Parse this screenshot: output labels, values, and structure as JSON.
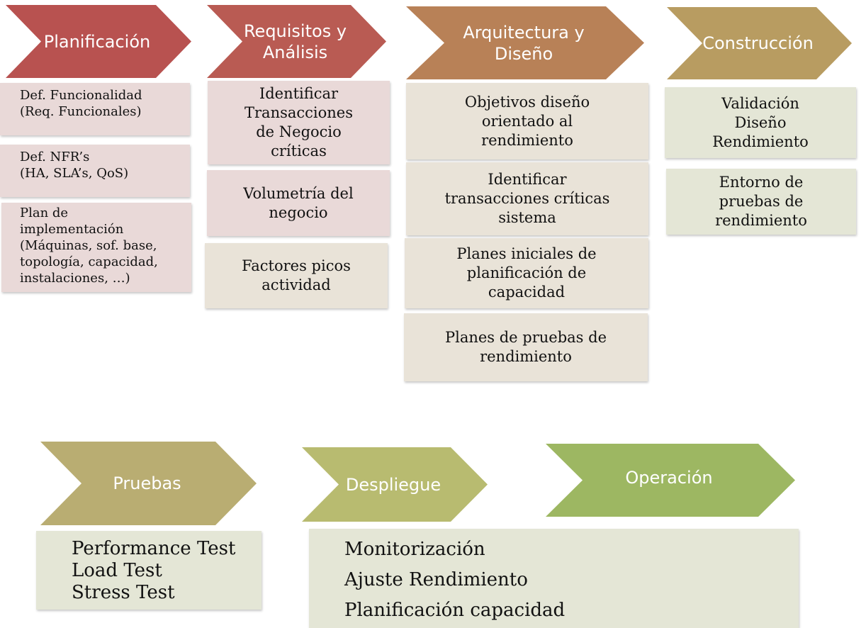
{
  "stages": {
    "planificacion": {
      "label": "Planificación",
      "color": "#b85250"
    },
    "requisitos": {
      "label": "Requisitos y\nAnálisis",
      "color": "#b95b53"
    },
    "arquitectura": {
      "label": "Arquitectura y\nDiseño",
      "color": "#b88157"
    },
    "construccion": {
      "label": "Construcción",
      "color": "#b89c61"
    },
    "pruebas": {
      "label": "Pruebas",
      "color": "#b9ad72"
    },
    "despliegue": {
      "label": "Despliegue",
      "color": "#b8bb70"
    },
    "operacion": {
      "label": "Operación",
      "color": "#9db762"
    }
  },
  "planificacion_items": [
    "Def. Funcionalidad\n(Req. Funcionales)",
    "Def. NFR’s\n(HA, SLA’s, QoS)",
    "Plan de\nimplementación\n(Máquinas, sof. base,\ntopología, capacidad,\ninstalaciones, …)"
  ],
  "requisitos_items": [
    "Identificar\nTransacciones\nde Negocio\ncríticas",
    "Volumetría del\nnegocio",
    "Factores picos\nactividad"
  ],
  "arquitectura_items": [
    "Objetivos diseño\norientado al\nrendimiento",
    "Identificar\ntransacciones críticas\nsistema",
    "Planes iniciales de\nplanificación de\ncapacidad",
    "Planes de pruebas de\nrendimiento"
  ],
  "construccion_items": [
    "Validación\nDiseño\nRendimiento",
    "Entorno de\npruebas de\nrendimiento"
  ],
  "pruebas_items": [
    "Performance Test",
    "Load Test",
    "Stress Test"
  ],
  "despliegue_items": [
    "Monitorización",
    "Ajuste Rendimiento",
    "Planificación capacidad"
  ]
}
